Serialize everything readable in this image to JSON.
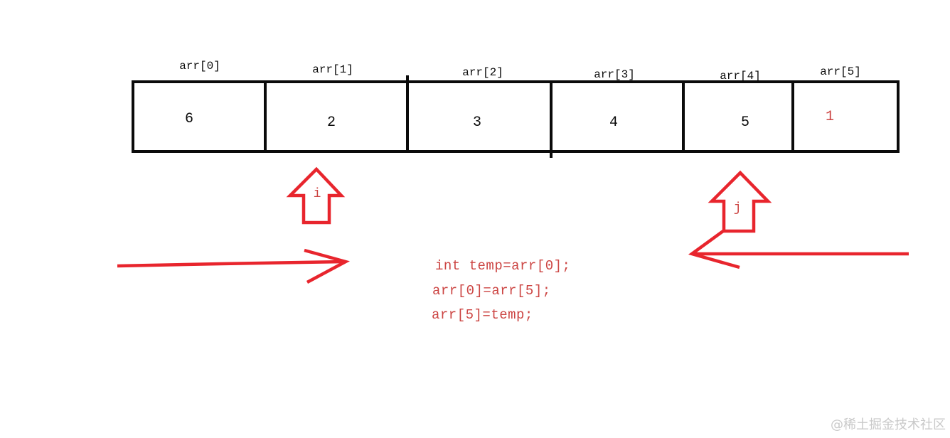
{
  "array": {
    "cells": [
      {
        "label": "arr[0]",
        "value": "6",
        "highlight": false
      },
      {
        "label": "arr[1]",
        "value": "2",
        "highlight": false
      },
      {
        "label": "arr[2]",
        "value": "3",
        "highlight": false
      },
      {
        "label": "arr[3]",
        "value": "4",
        "highlight": false
      },
      {
        "label": "arr[4]",
        "value": "5",
        "highlight": false
      },
      {
        "label": "arr[5]",
        "value": "1",
        "highlight": true
      }
    ]
  },
  "pointers": {
    "i_label": "i",
    "j_label": "j"
  },
  "code": {
    "lines": [
      "int temp=arr[0];",
      "arr[0]=arr[5];",
      "arr[5]=temp;"
    ]
  },
  "watermark": "@稀土掘金技术社区",
  "colors": {
    "arrow_red": "#e8252d",
    "soft_red": "#cc4543",
    "ink": "#0b0b0b",
    "wm_gray": "#c9c9c9"
  }
}
